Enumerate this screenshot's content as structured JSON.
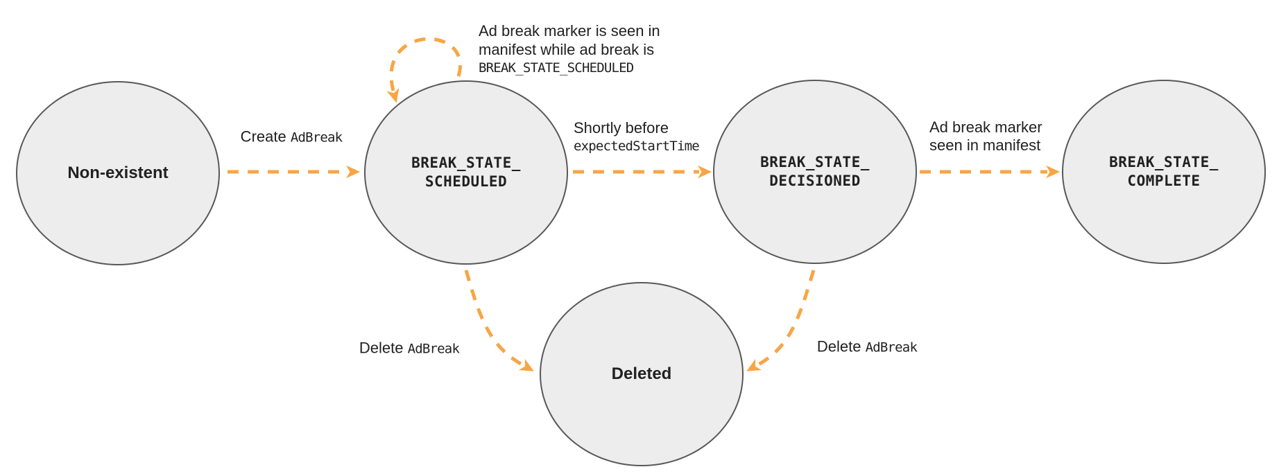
{
  "colors": {
    "arrow": "#F7A644",
    "node_fill": "#EDEDEE",
    "node_border": "#58585A",
    "text": "#212121"
  },
  "nodes": {
    "non_existent": {
      "label": "Non-existent"
    },
    "scheduled": {
      "line1": "BREAK_STATE_",
      "line2": "SCHEDULED"
    },
    "decisioned": {
      "line1": "BREAK_STATE_",
      "line2": "DECISIONED"
    },
    "complete": {
      "line1": "BREAK_STATE_",
      "line2": "COMPLETE"
    },
    "deleted": {
      "label": "Deleted"
    }
  },
  "edges": {
    "create": {
      "text_plain": "Create ",
      "text_code": "AdBreak"
    },
    "self_loop": {
      "line1": "Ad break marker is seen in",
      "line2": "manifest while ad break is",
      "line3_code": "BREAK_STATE_SCHEDULED"
    },
    "shortly_before": {
      "line1": "Shortly before",
      "line2_code": "expectedStartTime"
    },
    "marker_seen": {
      "line1": "Ad break marker",
      "line2": "seen in manifest"
    },
    "delete_left": {
      "text_plain": "Delete ",
      "text_code": "AdBreak"
    },
    "delete_right": {
      "text_plain": "Delete ",
      "text_code": "AdBreak"
    }
  }
}
